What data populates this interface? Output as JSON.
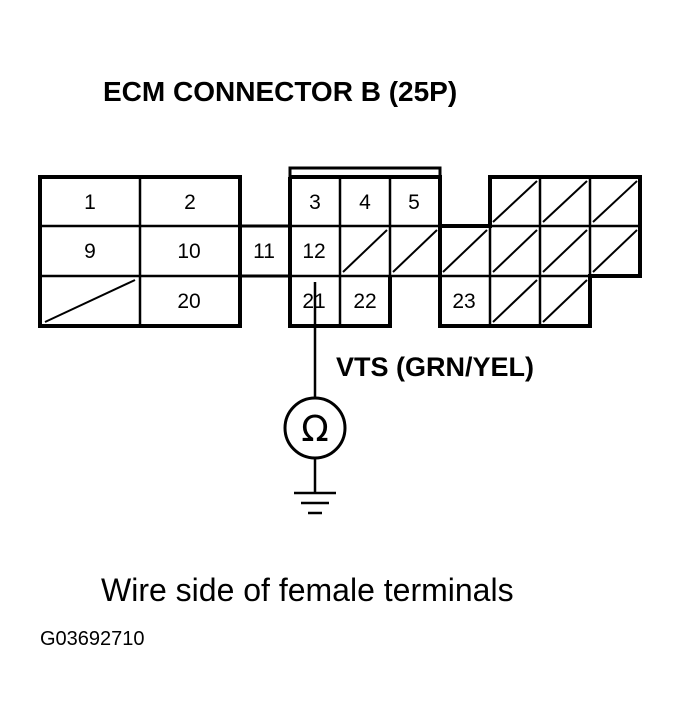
{
  "title": "ECM CONNECTOR B (25P)",
  "terminals": {
    "t1": "1",
    "t2": "2",
    "t3": "3",
    "t4": "4",
    "t5": "5",
    "t9": "9",
    "t10": "10",
    "t11": "11",
    "t12": "12",
    "t20": "20",
    "t21": "21",
    "t22": "22",
    "t23": "23"
  },
  "wire_label": "VTS (GRN/YEL)",
  "meter_symbol": "Ω",
  "caption": "Wire side of female terminals",
  "figure_id": "G03692710",
  "colors": {
    "ink": "#000000",
    "background": "#ffffff"
  },
  "icons": {
    "meter": "ohmmeter-icon",
    "ground": "ground-icon"
  }
}
